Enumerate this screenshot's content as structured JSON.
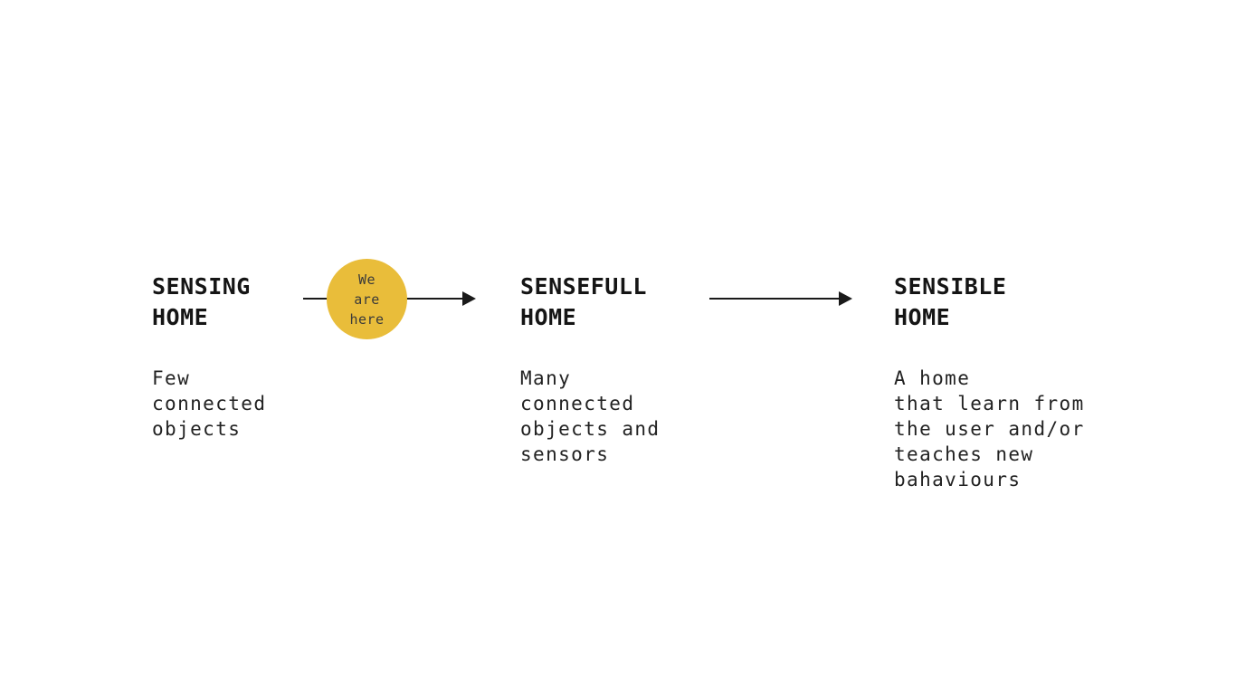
{
  "diagram": {
    "stages": [
      {
        "title_lines": [
          "SENSING",
          "HOME"
        ],
        "description_lines": [
          "Few",
          "connected",
          "objects"
        ]
      },
      {
        "title_lines": [
          "SENSEFULL",
          "HOME"
        ],
        "description_lines": [
          "Many",
          "connected",
          "objects and",
          "sensors"
        ]
      },
      {
        "title_lines": [
          "SENSIBLE",
          "HOME"
        ],
        "description_lines": [
          "A home",
          "that learn from",
          "the user and/or",
          "teaches new",
          "bahaviours"
        ]
      }
    ],
    "marker": {
      "lines": [
        "We",
        "are",
        "here"
      ],
      "color": "#e9bd3a"
    },
    "colors": {
      "text": "#151515",
      "arrow": "#1a1a1a",
      "background": "#ffffff"
    }
  }
}
